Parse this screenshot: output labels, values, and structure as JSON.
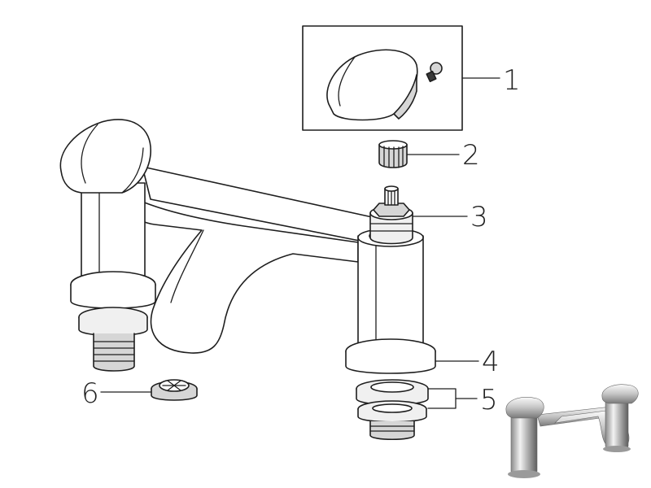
{
  "diagram": {
    "callouts": [
      {
        "id": "1",
        "label": "1"
      },
      {
        "id": "2",
        "label": "2"
      },
      {
        "id": "3",
        "label": "3"
      },
      {
        "id": "4",
        "label": "4"
      },
      {
        "id": "5",
        "label": "5"
      },
      {
        "id": "6",
        "label": "6"
      }
    ]
  },
  "colors": {
    "line": "#1e1e1e",
    "chrome": "#cfcfcf",
    "background": "#ffffff"
  }
}
